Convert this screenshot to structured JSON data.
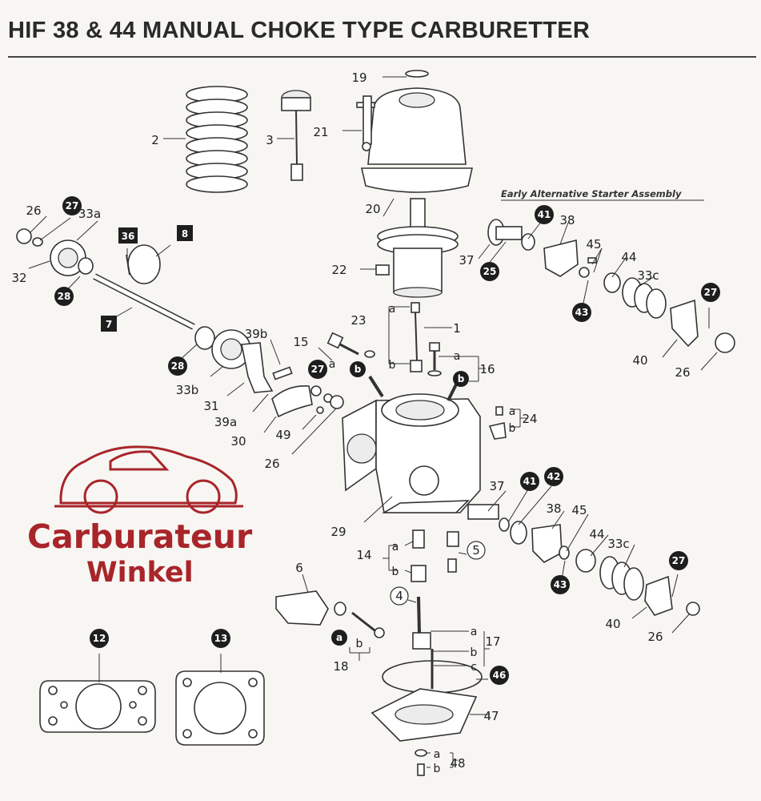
{
  "title": "HIF 38 & 44 MANUAL CHOKE TYPE CARBURETTER",
  "early_note": "Early Alternative Starter Assembly",
  "watermark": {
    "line1": "Carburateur",
    "line2": "Winkel"
  },
  "colors": {
    "accent": "#a8252a",
    "ink": "#222222",
    "paper": "#f7f6f3"
  },
  "labels": [
    {
      "id": "l2",
      "text": "2",
      "style": "plain"
    },
    {
      "id": "l3",
      "text": "3",
      "style": "plain"
    },
    {
      "id": "l19",
      "text": "19",
      "style": "plain"
    },
    {
      "id": "l21",
      "text": "21",
      "style": "plain"
    },
    {
      "id": "l20",
      "text": "20",
      "style": "plain"
    },
    {
      "id": "l22",
      "text": "22",
      "style": "plain"
    },
    {
      "id": "l23",
      "text": "23",
      "style": "plain"
    },
    {
      "id": "l23a",
      "text": "a",
      "style": "plain"
    },
    {
      "id": "l23b",
      "text": "b",
      "style": "plain"
    },
    {
      "id": "l1",
      "text": "1",
      "style": "plain"
    },
    {
      "id": "l16",
      "text": "16",
      "style": "plain"
    },
    {
      "id": "l16a",
      "text": "a",
      "style": "plain"
    },
    {
      "id": "l16b",
      "text": "b",
      "style": "badge"
    },
    {
      "id": "l15",
      "text": "15",
      "style": "plain"
    },
    {
      "id": "l15a",
      "text": "a",
      "style": "plain"
    },
    {
      "id": "l15b",
      "text": "b",
      "style": "badge"
    },
    {
      "id": "l26a",
      "text": "26",
      "style": "plain"
    },
    {
      "id": "l27a",
      "text": "27",
      "style": "badge"
    },
    {
      "id": "l33a",
      "text": "33a",
      "style": "plain"
    },
    {
      "id": "l32",
      "text": "32",
      "style": "plain"
    },
    {
      "id": "l28a",
      "text": "28",
      "style": "badge"
    },
    {
      "id": "l36",
      "text": "36",
      "style": "box"
    },
    {
      "id": "l8",
      "text": "8",
      "style": "box"
    },
    {
      "id": "l7",
      "text": "7",
      "style": "box"
    },
    {
      "id": "l28b",
      "text": "28",
      "style": "badge"
    },
    {
      "id": "l33b",
      "text": "33b",
      "style": "plain"
    },
    {
      "id": "l31",
      "text": "31",
      "style": "plain"
    },
    {
      "id": "l39b",
      "text": "39b",
      "style": "plain"
    },
    {
      "id": "l39a",
      "text": "39a",
      "style": "plain"
    },
    {
      "id": "l30",
      "text": "30",
      "style": "plain"
    },
    {
      "id": "l27b",
      "text": "27",
      "style": "badge"
    },
    {
      "id": "l49",
      "text": "49",
      "style": "plain"
    },
    {
      "id": "l26b",
      "text": "26",
      "style": "plain"
    },
    {
      "id": "l41a",
      "text": "41",
      "style": "badge"
    },
    {
      "id": "l38a",
      "text": "38",
      "style": "plain"
    },
    {
      "id": "l45a",
      "text": "45",
      "style": "plain"
    },
    {
      "id": "l44a",
      "text": "44",
      "style": "plain"
    },
    {
      "id": "l33ca",
      "text": "33c",
      "style": "plain"
    },
    {
      "id": "l37a",
      "text": "37",
      "style": "plain"
    },
    {
      "id": "l25",
      "text": "25",
      "style": "badge"
    },
    {
      "id": "l43a",
      "text": "43",
      "style": "badge"
    },
    {
      "id": "l27c",
      "text": "27",
      "style": "badge"
    },
    {
      "id": "l40a",
      "text": "40",
      "style": "plain"
    },
    {
      "id": "l26c",
      "text": "26",
      "style": "plain"
    },
    {
      "id": "l24",
      "text": "24",
      "style": "plain"
    },
    {
      "id": "l24a",
      "text": "a",
      "style": "plain"
    },
    {
      "id": "l24b",
      "text": "b",
      "style": "plain"
    },
    {
      "id": "l37b",
      "text": "37",
      "style": "plain"
    },
    {
      "id": "l41b",
      "text": "41",
      "style": "badge"
    },
    {
      "id": "l42",
      "text": "42",
      "style": "badge"
    },
    {
      "id": "l38b",
      "text": "38",
      "style": "plain"
    },
    {
      "id": "l45b",
      "text": "45",
      "style": "plain"
    },
    {
      "id": "l44b",
      "text": "44",
      "style": "plain"
    },
    {
      "id": "l33cb",
      "text": "33c",
      "style": "plain"
    },
    {
      "id": "l27d",
      "text": "27",
      "style": "badge"
    },
    {
      "id": "l43b",
      "text": "43",
      "style": "badge"
    },
    {
      "id": "l40b",
      "text": "40",
      "style": "plain"
    },
    {
      "id": "l26d",
      "text": "26",
      "style": "plain"
    },
    {
      "id": "l29",
      "text": "29",
      "style": "plain"
    },
    {
      "id": "l14",
      "text": "14",
      "style": "plain"
    },
    {
      "id": "l14a",
      "text": "a",
      "style": "plain"
    },
    {
      "id": "l14b",
      "text": "b",
      "style": "plain"
    },
    {
      "id": "l5",
      "text": "5",
      "style": "circle"
    },
    {
      "id": "l4",
      "text": "4",
      "style": "circle"
    },
    {
      "id": "l6",
      "text": "6",
      "style": "plain"
    },
    {
      "id": "l18",
      "text": "18",
      "style": "plain"
    },
    {
      "id": "l18a",
      "text": "a",
      "style": "badge"
    },
    {
      "id": "l18b",
      "text": "b",
      "style": "plain"
    },
    {
      "id": "l17",
      "text": "17",
      "style": "plain"
    },
    {
      "id": "l17a",
      "text": "a",
      "style": "plain"
    },
    {
      "id": "l17b",
      "text": "b",
      "style": "plain"
    },
    {
      "id": "l17c",
      "text": "c",
      "style": "plain"
    },
    {
      "id": "l46",
      "text": "46",
      "style": "badge"
    },
    {
      "id": "l47",
      "text": "47",
      "style": "plain"
    },
    {
      "id": "l48",
      "text": "48",
      "style": "plain"
    },
    {
      "id": "l48a",
      "text": "a",
      "style": "plain"
    },
    {
      "id": "l48b",
      "text": "b",
      "style": "plain"
    },
    {
      "id": "l12",
      "text": "12",
      "style": "badge"
    },
    {
      "id": "l13",
      "text": "13",
      "style": "badge"
    }
  ]
}
